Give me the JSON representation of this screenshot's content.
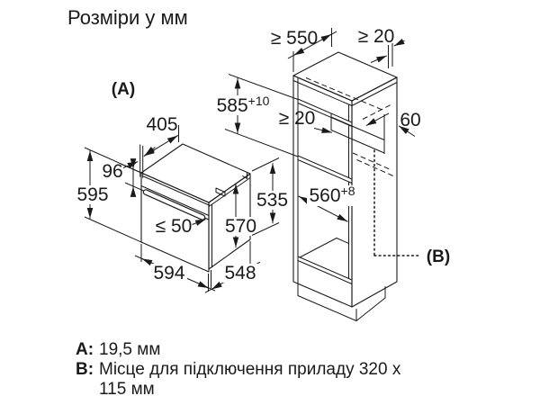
{
  "title": "Розміри у мм",
  "colors": {
    "ink": "#1a1a1a",
    "background": "#ffffff"
  },
  "diagram": {
    "oven": {
      "label_a": "(A)",
      "depth_top": "405",
      "panel_height": "96",
      "height": "595",
      "door_gap": "≤ 50",
      "side_height": "570",
      "rear_height": "535",
      "width": "594",
      "depth": "548"
    },
    "cabinet": {
      "niche_depth": "≥ 550",
      "rear_gap_top": "≥ 20",
      "niche_height": "585",
      "niche_height_tol": "+10",
      "rear_gap_inner": "≥ 20",
      "recess_depth": "60",
      "niche_width": "560",
      "niche_width_tol": "+8",
      "label_b": "(B)"
    }
  },
  "legend": {
    "a_key": "A:",
    "a_value": "19,5 мм",
    "b_key": "B:",
    "b_value": "Місце для підключення приладу 320 x",
    "b_value2": "115 мм"
  }
}
